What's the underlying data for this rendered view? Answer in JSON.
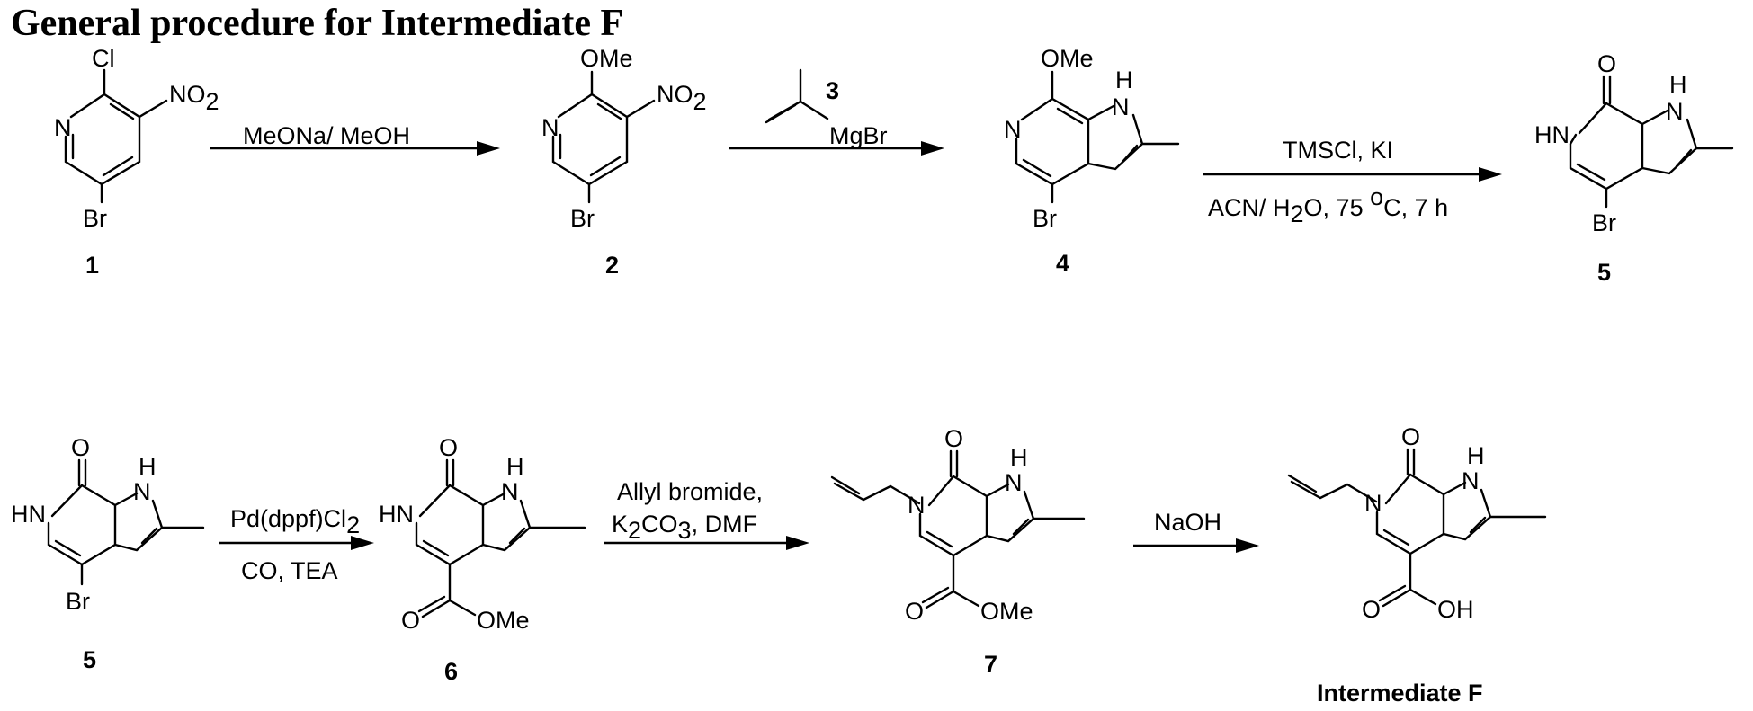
{
  "title": "General procedure for Intermediate F",
  "compounds": {
    "c1": "1",
    "c2": "2",
    "c4": "4",
    "c5a": "5",
    "c5b": "5",
    "c6": "6",
    "c7": "7",
    "intF": "Intermediate F"
  },
  "atoms": {
    "cl": "Cl",
    "no2": "NO",
    "no2_sub": "2",
    "n": "N",
    "br": "Br",
    "ome": "OMe",
    "h": "H",
    "hn": "HN",
    "o": "O",
    "oh": "OH",
    "mgbr": "MgBr"
  },
  "reagents": {
    "r1": "MeONa/ MeOH",
    "r2_num": "3",
    "r3_top": "TMSCl, KI",
    "r3_bottom_a": "ACN/ H",
    "r3_bottom_sub": "2",
    "r3_bottom_b": "O, 75 ",
    "r3_bottom_sup": "o",
    "r3_bottom_c": "C, 7 h",
    "r4_top_a": "Pd(dppf)Cl",
    "r4_top_sub": "2",
    "r4_bottom": "CO, TEA",
    "r5_top": "Allyl bromide,",
    "r5_bottom_a": "K",
    "r5_bottom_sub": "2",
    "r5_bottom_b": "CO",
    "r5_bottom_sub2": "3",
    "r5_bottom_c": ", DMF",
    "r6": "NaOH"
  }
}
